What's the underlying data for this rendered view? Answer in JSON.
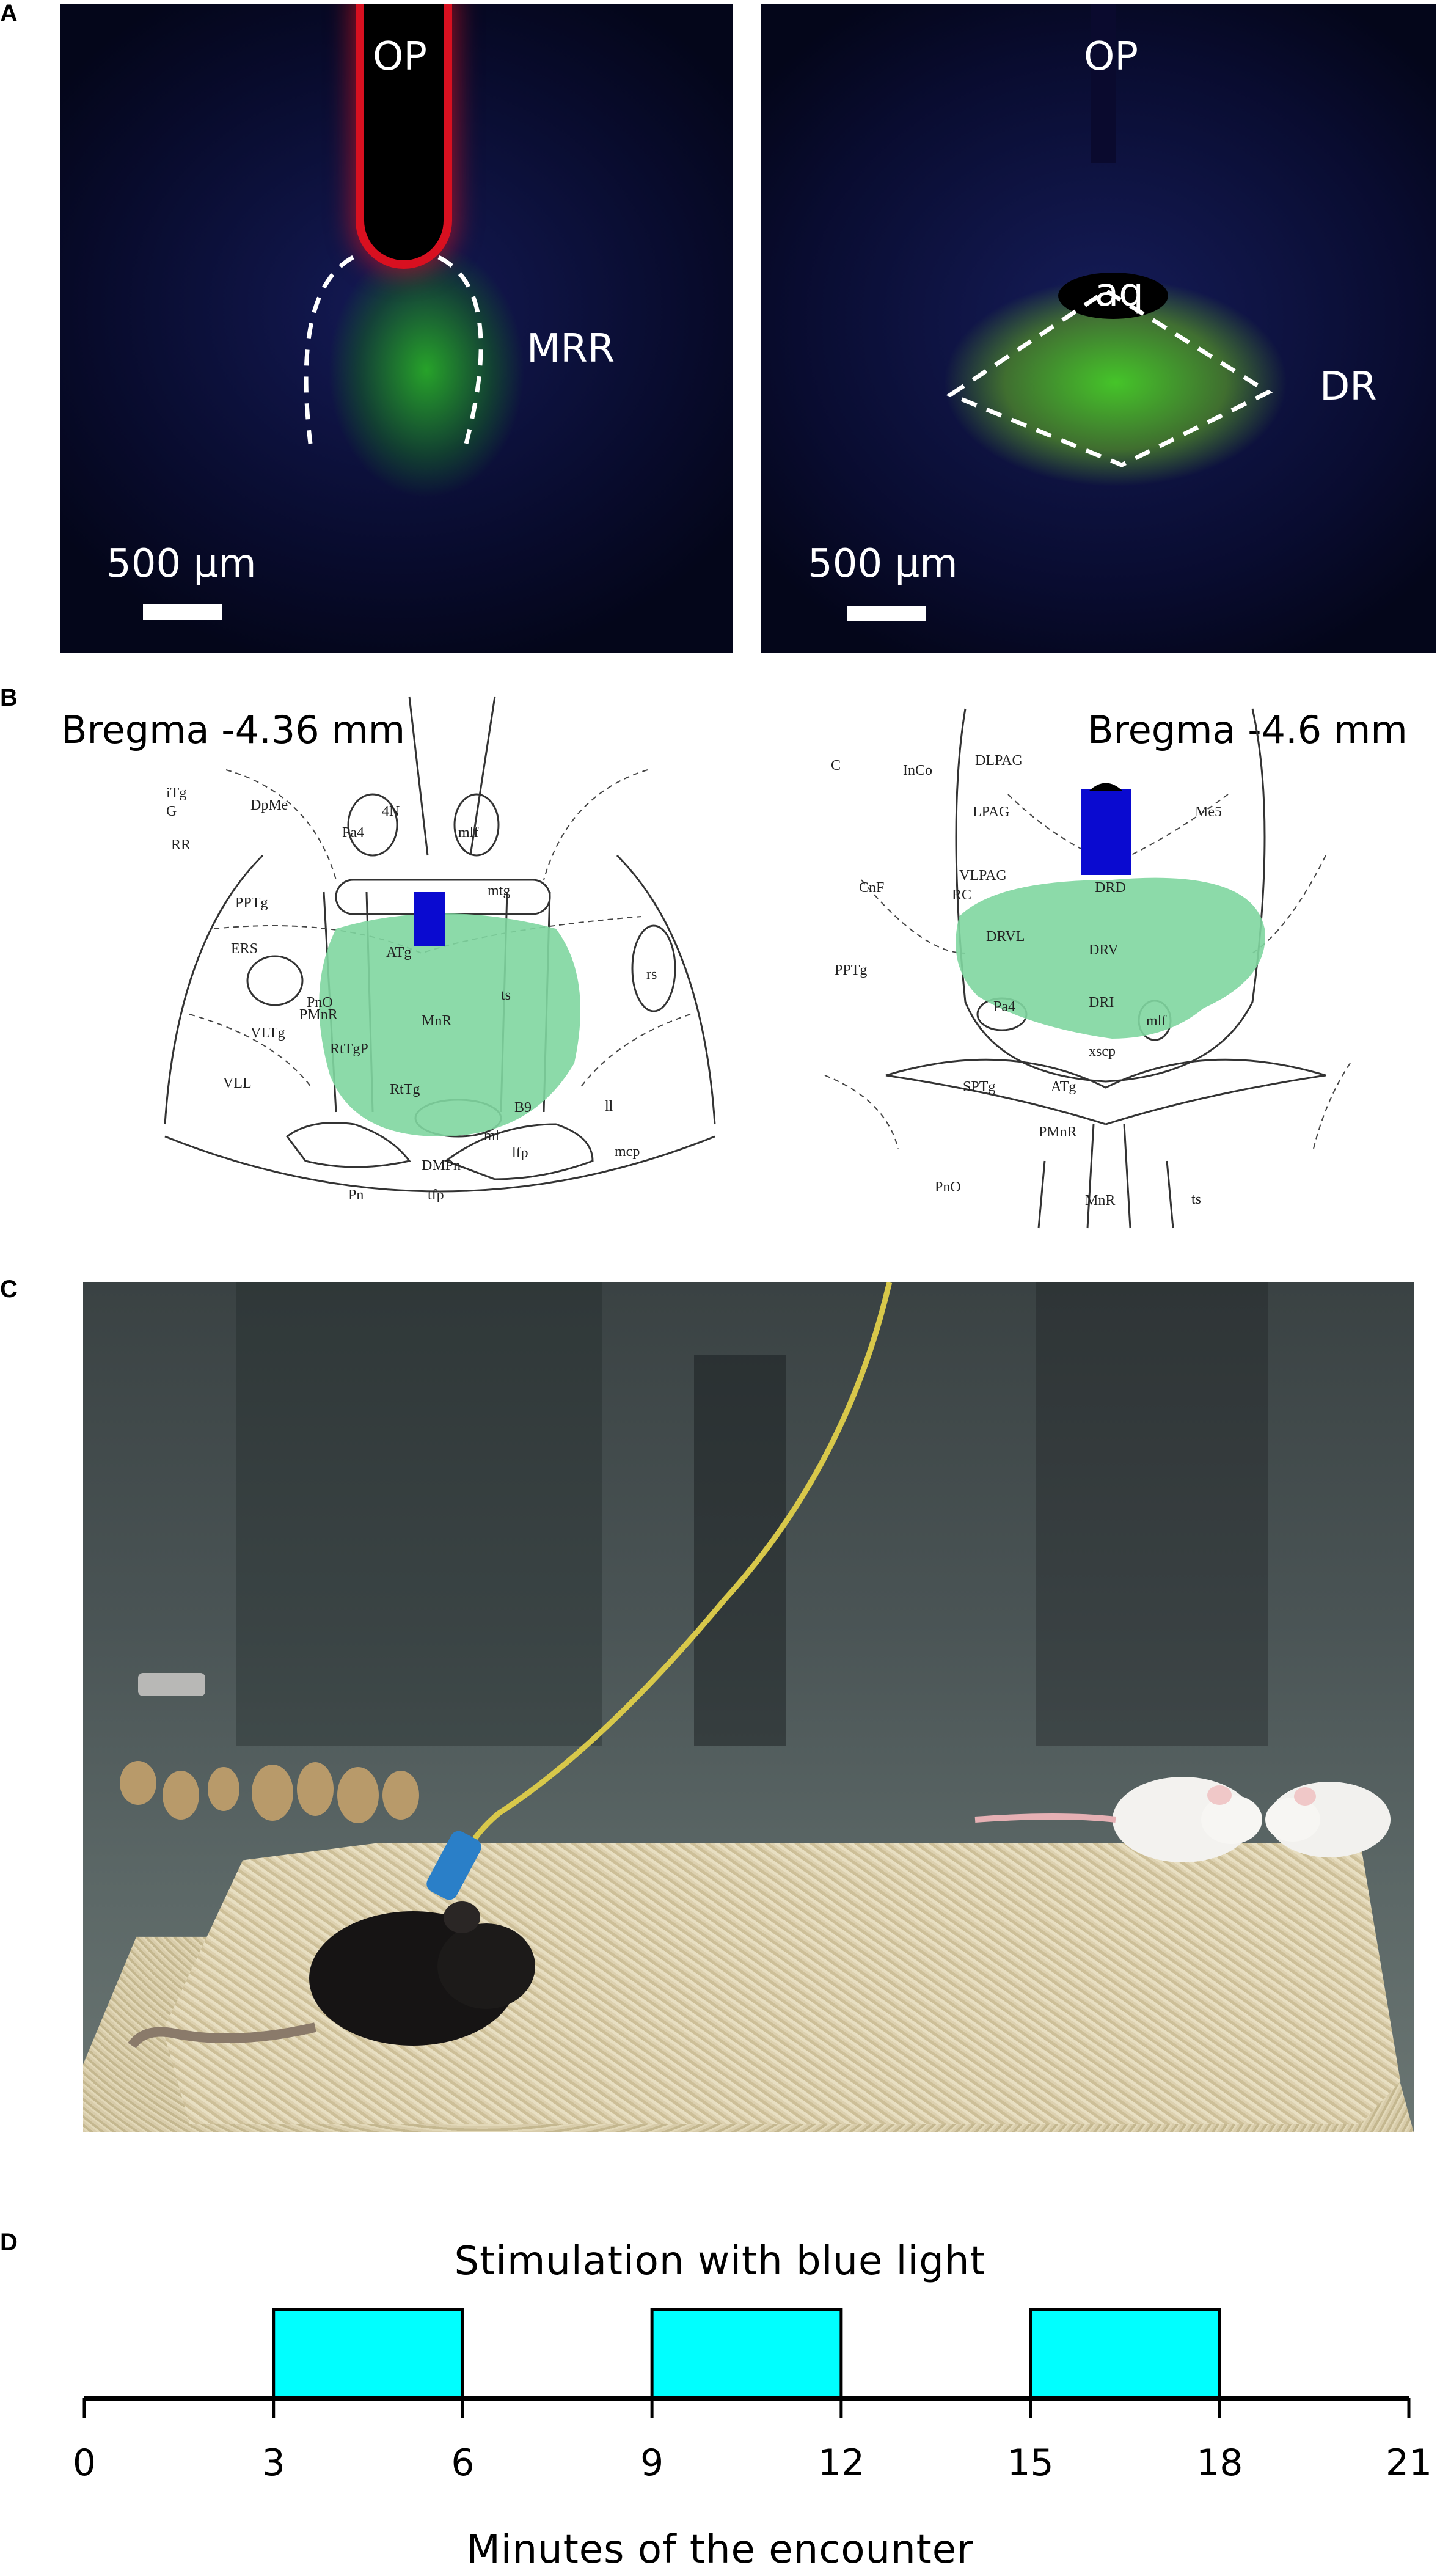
{
  "panels": {
    "A": {
      "letter": "A",
      "left": {
        "top_label": "OP",
        "side_label": "MRR",
        "scale_label": "500 µm"
      },
      "right": {
        "top_label": "OP",
        "center_label": "aq",
        "side_label": "DR",
        "scale_label": "500 µm"
      }
    },
    "B": {
      "letter": "B",
      "left": {
        "bregma": "Bregma  -4.36 mm",
        "labels": [
          "iTg",
          "G",
          "DpMe",
          "RR",
          "Pa4",
          "4N",
          "mlf",
          "PPTg",
          "mtg",
          "ERS",
          "ATg",
          "PnO",
          "PMnR",
          "MnR",
          "ts",
          "VLTg",
          "RtTgP",
          "RtTg",
          "B9",
          "ll",
          "VLL",
          "ml",
          "lfp",
          "mcp",
          "DMPn",
          "Pn",
          "tfp",
          "rs"
        ]
      },
      "right": {
        "bregma": "Bregma  -4.6 mm",
        "labels": [
          "C",
          "InCo",
          "DLPAG",
          "LPAG",
          "Me5",
          "CnF",
          "VLPAG",
          "RC",
          "DRD",
          "PPTg",
          "DRVL",
          "DRV",
          "Pa4",
          "DRI",
          "mlf",
          "xscp",
          "SPTg",
          "ATg",
          "PMnR",
          "PnO",
          "MnR",
          "ts"
        ]
      }
    },
    "C": {
      "letter": "C"
    },
    "D": {
      "letter": "D",
      "title": "Stimulation with blue light",
      "xlabel": "Minutes of the encounter"
    }
  },
  "chart_data": {
    "type": "bar",
    "title": "Stimulation with blue light",
    "xlabel": "Minutes of the encounter",
    "ylabel": "",
    "xlim": [
      0,
      21
    ],
    "ticks": [
      0,
      3,
      6,
      9,
      12,
      15,
      18,
      21
    ],
    "tick_labels": [
      "0",
      "3",
      "6",
      "9",
      "12",
      "15",
      "18",
      "21"
    ],
    "intervals": [
      {
        "start": 3,
        "end": 6
      },
      {
        "start": 9,
        "end": 12
      },
      {
        "start": 15,
        "end": 18
      }
    ],
    "bar_color": "#00ffff"
  },
  "colors": {
    "blue_fiber": "#0a0ad0",
    "green_region": "#7fd6a0",
    "stim_bar": "#00ffff"
  }
}
